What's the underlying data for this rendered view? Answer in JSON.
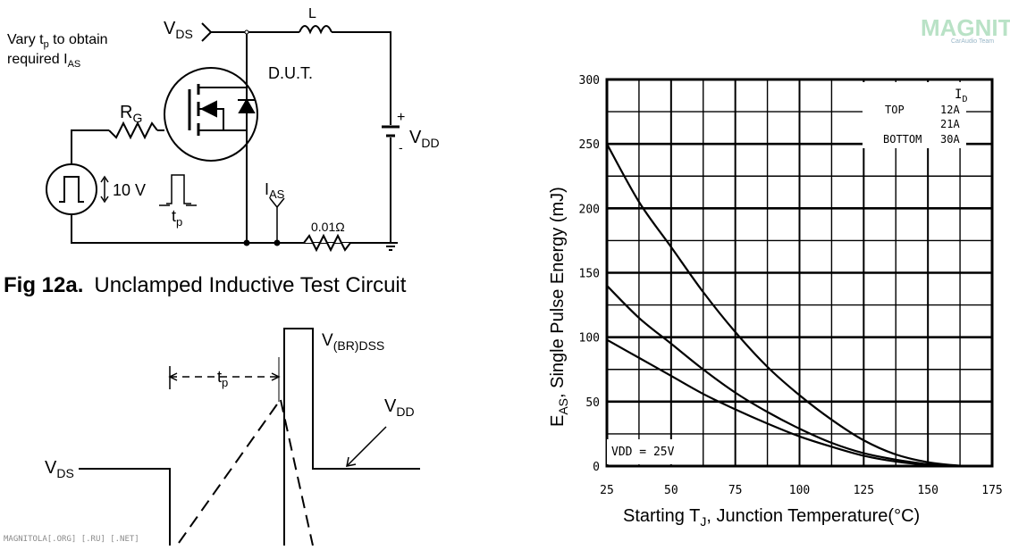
{
  "circuit": {
    "vary_line1": "Vary t",
    "vary_sub": "p",
    "vary_line1b": " to obtain",
    "vary_line2": "required I",
    "vary_sub2": "AS",
    "vds_main": "V",
    "vds_sub": "DS",
    "inductor_label": "L",
    "dut_label": "D.U.T.",
    "rg_main": "R",
    "rg_sub": "G",
    "vdd_plus": "+",
    "vdd_main": "V",
    "vdd_sub": "DD",
    "vdd_minus": "-",
    "pulse_amplitude": "10 V",
    "tp_main": "t",
    "tp_sub": "p",
    "ias_main": "I",
    "ias_sub": "AS",
    "shunt_label": "0.01Ω",
    "caption_bold": "Fig 12a.",
    "caption_text": "Unclamped Inductive Test Circuit"
  },
  "waveform": {
    "tp_main": "t",
    "tp_sub": "p",
    "vbr_main": "V",
    "vbr_sub": "(BR)DSS",
    "vdd_main": "V",
    "vdd_sub": "DD",
    "vds_main": "V",
    "vds_sub": "DS"
  },
  "watermark": {
    "logo_text": "MAGNITOLA",
    "logo_sub": "CarAudio Team",
    "footer": "MAGNITOLA[.ORG] [.RU] [.NET]"
  },
  "chart_data": {
    "type": "line",
    "xlabel_main": "Starting T",
    "xlabel_sub": "J",
    "xlabel_rest": ", Junction Temperature(°C)",
    "ylabel_main": "E",
    "ylabel_sub": "AS",
    "ylabel_rest": ", Single Pulse Energy (mJ)",
    "xlim": [
      25,
      175
    ],
    "ylim": [
      0,
      300
    ],
    "x_ticks": [
      25,
      50,
      75,
      100,
      125,
      150,
      175
    ],
    "y_ticks": [
      0,
      50,
      100,
      150,
      200,
      250,
      300
    ],
    "x_tick_labels": [
      "25",
      "50",
      "75",
      "100",
      "125",
      "150",
      "175"
    ],
    "y_tick_labels": [
      "0",
      "50",
      "100",
      "150",
      "200",
      "250",
      "300"
    ],
    "grid": true,
    "legend_header": "I",
    "legend_header_sub": "D",
    "legend": [
      {
        "position": "TOP",
        "current": "12A"
      },
      {
        "position": "",
        "current": "21A"
      },
      {
        "position": "BOTTOM",
        "current": "30A"
      }
    ],
    "annotation": "VDD = 25V",
    "series": [
      {
        "values": [
          [
            25,
            250
          ],
          [
            37.5,
            205
          ],
          [
            50,
            170
          ],
          [
            62.5,
            135
          ],
          [
            75,
            104
          ],
          [
            87.5,
            77
          ],
          [
            100,
            55
          ],
          [
            112.5,
            36
          ],
          [
            125,
            20
          ],
          [
            137.5,
            9
          ],
          [
            150,
            3
          ],
          [
            162.5,
            0.3
          ],
          [
            170,
            0
          ]
        ]
      },
      {
        "values": [
          [
            25,
            140
          ],
          [
            37.5,
            115
          ],
          [
            50,
            95
          ],
          [
            62.5,
            75
          ],
          [
            75,
            57
          ],
          [
            87.5,
            42
          ],
          [
            100,
            29
          ],
          [
            112.5,
            18
          ],
          [
            125,
            10
          ],
          [
            137.5,
            5
          ],
          [
            150,
            1.5
          ],
          [
            162.5,
            0.2
          ],
          [
            170,
            0
          ]
        ]
      },
      {
        "values": [
          [
            25,
            98
          ],
          [
            37.5,
            84
          ],
          [
            50,
            70
          ],
          [
            62.5,
            56
          ],
          [
            75,
            44
          ],
          [
            87.5,
            33
          ],
          [
            100,
            23
          ],
          [
            112.5,
            15
          ],
          [
            125,
            8
          ],
          [
            137.5,
            3.5
          ],
          [
            150,
            1
          ],
          [
            162.5,
            0.1
          ],
          [
            170,
            0
          ]
        ]
      }
    ]
  }
}
